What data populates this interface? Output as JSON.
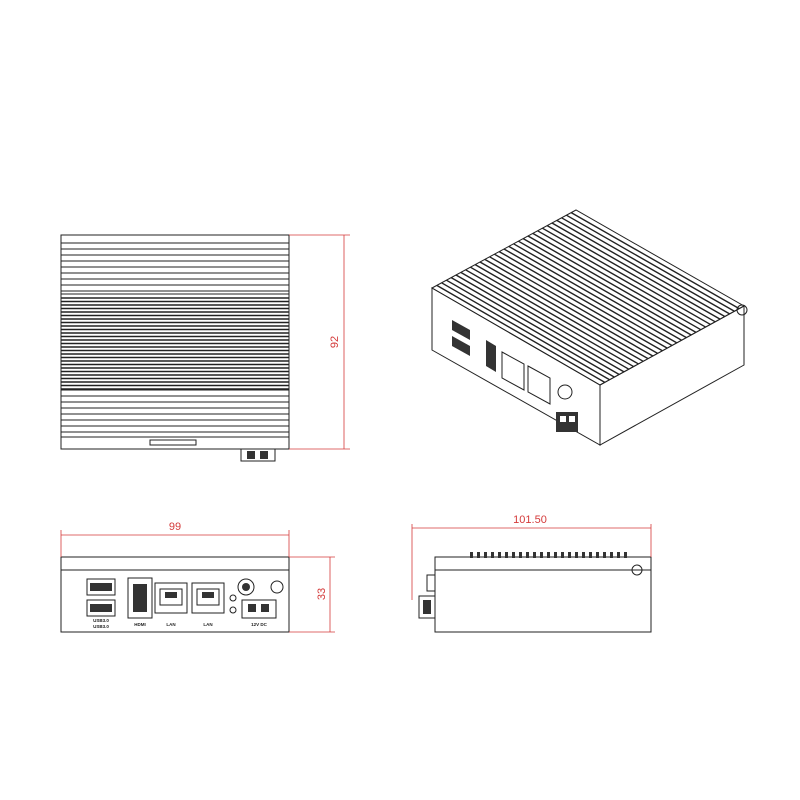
{
  "dimensions": {
    "top_height": "92",
    "front_width": "99",
    "front_height": "33",
    "side_length": "101.50"
  },
  "front_panel_labels": {
    "usb": "USB3.0",
    "usb2": "USB3.0",
    "hdmi": "HDMI",
    "lan1": "LAN",
    "lan2": "LAN",
    "power": "12V DC"
  },
  "colors": {
    "line": "#222222",
    "dimension": "#d43a3a"
  }
}
